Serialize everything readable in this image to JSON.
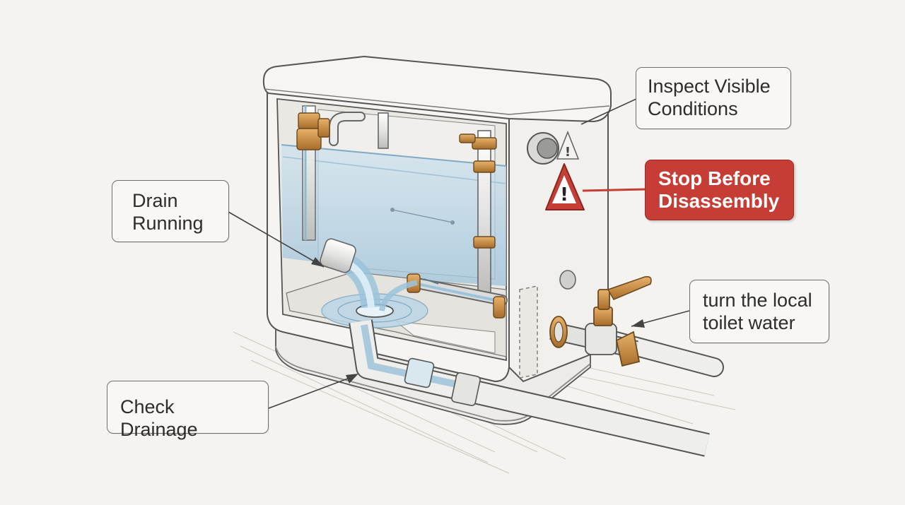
{
  "labels": {
    "inspect": [
      "Inspect Visible",
      "Conditions"
    ],
    "stop": [
      "Stop Before",
      "Disassembly"
    ],
    "drain": [
      "Drain",
      "Running"
    ],
    "turn": [
      "turn the local",
      "toilet water"
    ],
    "check": "Check Drainage"
  },
  "colors": {
    "background": "#f4f3ef",
    "warning": "#c63d36",
    "water": "#a9cbe0",
    "brass": "#c68a3e",
    "outline": "#555555"
  },
  "icons": [
    "warning-triangle-icon",
    "valve-handle-icon",
    "knob-icon"
  ]
}
